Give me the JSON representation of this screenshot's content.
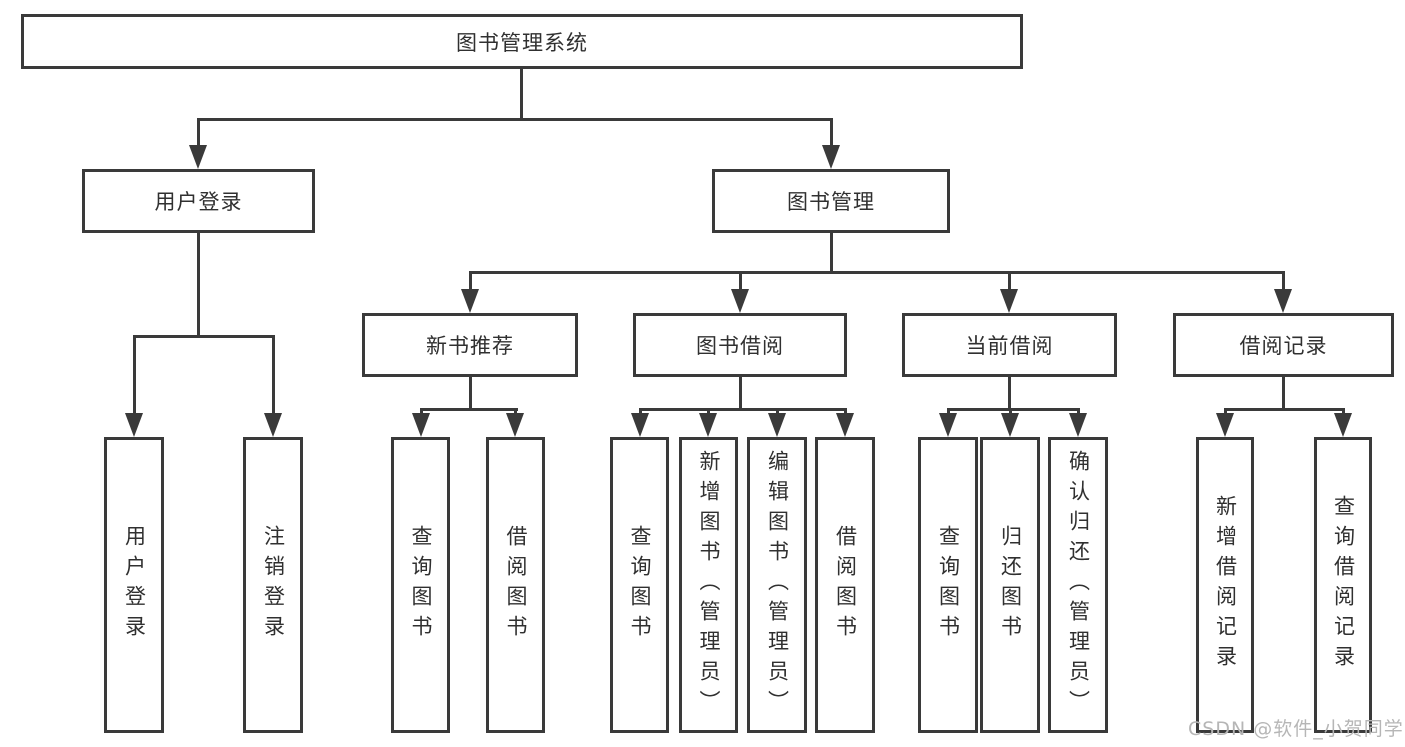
{
  "diagram": {
    "colors": {
      "line": "#3a3a3a",
      "text": "#303030",
      "watermark": "#b6b6b6",
      "background": "#ffffff"
    },
    "root": {
      "label": "图书管理系统"
    },
    "branches": [
      {
        "label": "用户登录",
        "children": [
          {
            "label": "用户登录"
          },
          {
            "label": "注销登录"
          }
        ]
      },
      {
        "label": "图书管理",
        "children": [
          {
            "label": "新书推荐",
            "children": [
              {
                "label": "查询图书"
              },
              {
                "label": "借阅图书"
              }
            ]
          },
          {
            "label": "图书借阅",
            "children": [
              {
                "label": "查询图书"
              },
              {
                "label": "新增图书（管理员）"
              },
              {
                "label": "编辑图书（管理员）"
              },
              {
                "label": "借阅图书"
              }
            ]
          },
          {
            "label": "当前借阅",
            "children": [
              {
                "label": "查询图书"
              },
              {
                "label": "归还图书"
              },
              {
                "label": "确认归还（管理员）"
              }
            ]
          },
          {
            "label": "借阅记录",
            "children": [
              {
                "label": "新增借阅记录"
              },
              {
                "label": "查询借阅记录"
              }
            ]
          }
        ]
      }
    ],
    "watermark": "CSDN @软件_小贺同学"
  }
}
